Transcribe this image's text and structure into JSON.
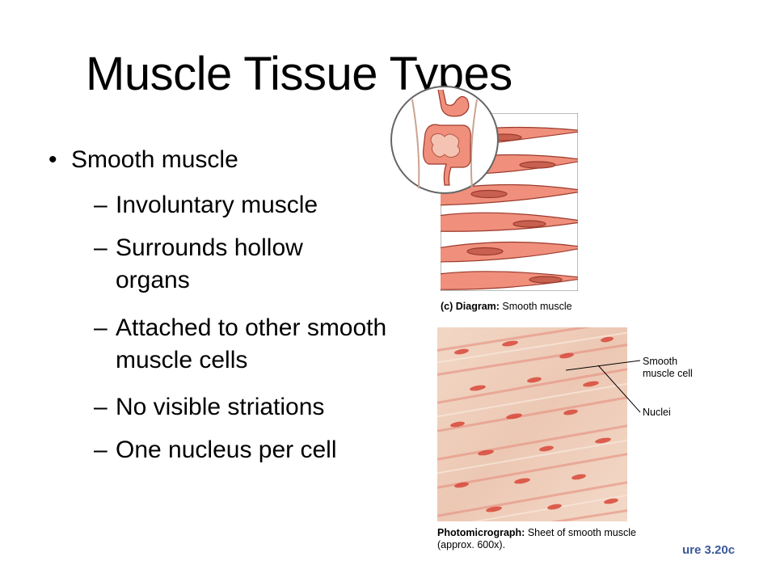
{
  "title": "Muscle Tissue Types",
  "bullet": "Smooth muscle",
  "sub_items": [
    "Involuntary muscle",
    "Surrounds hollow organs",
    "Attached to other smooth muscle cells",
    "No visible striations",
    "One nucleus per cell"
  ],
  "diagram_caption": {
    "prefix": "(c) Diagram:",
    "text": "Smooth muscle"
  },
  "photo_caption": {
    "prefix": "Photomicrograph:",
    "text": "Sheet of smooth muscle (approx. 600x)."
  },
  "labels": {
    "cell": "Smooth muscle cell",
    "nuclei": "Nuclei"
  },
  "figure_ref": "ure 3.20c",
  "colors": {
    "muscle_cell": "#ef8f7c",
    "muscle_outline": "#9b3a2c",
    "nucleus": "#c7604e",
    "photo_bg": "#efd3c2",
    "figure_ref": "#3b5a9a"
  }
}
